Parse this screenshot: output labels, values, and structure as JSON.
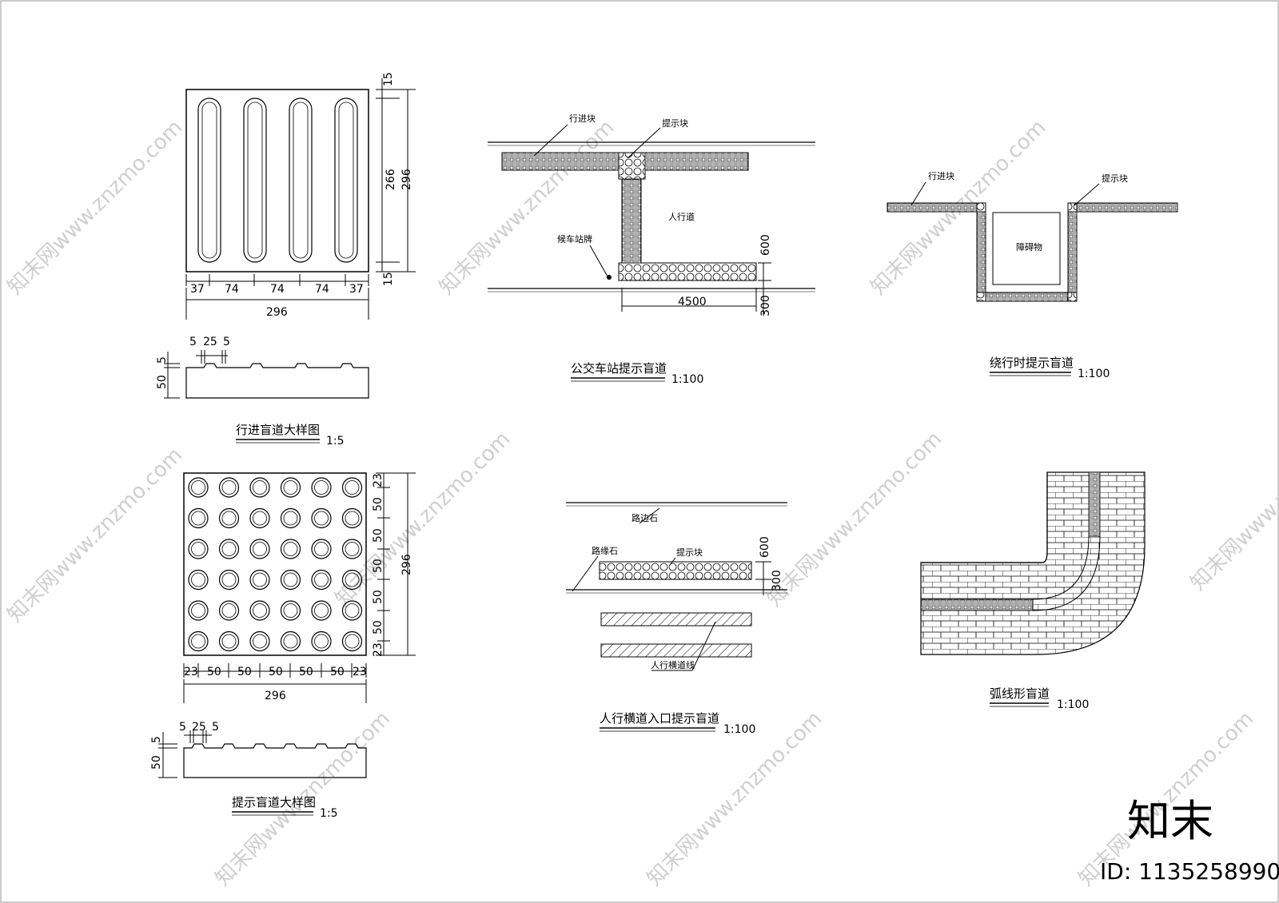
{
  "detail_progress": {
    "title": "行进盲道大样图",
    "scale": "1:5",
    "dims_bottom": [
      "37",
      "74",
      "74",
      "74",
      "37"
    ],
    "overall": "296",
    "dims_right_top": "15",
    "dims_right_mid": "266",
    "dims_right_bottom": "15",
    "dims_right_outer": "296",
    "section_top": [
      "5",
      "25",
      "5"
    ],
    "section_left_top": "5",
    "section_left": "50"
  },
  "detail_warning": {
    "title": "提示盲道大样图",
    "scale": "1:5",
    "dims_bottom": [
      "23",
      "50",
      "50",
      "50",
      "50",
      "50",
      "23"
    ],
    "overall": "296",
    "dims_right": [
      "23",
      "50",
      "50",
      "50",
      "50",
      "50",
      "23"
    ],
    "dims_right_outer": "296",
    "section_top": [
      "5",
      "25",
      "5"
    ],
    "section_left_top": "5",
    "section_left": "50"
  },
  "bus_stop": {
    "title": "公交车站提示盲道",
    "scale": "1:100",
    "label_progress": "行进块",
    "label_warning": "提示块",
    "label_sidewalk": "人行道",
    "label_sign": "候车站牌",
    "dim_length": "4500",
    "dim_600": "600",
    "dim_300": "300"
  },
  "detour": {
    "title": "绕行时提示盲道",
    "scale": "1:100",
    "label_progress": "行进块",
    "label_warning": "提示块",
    "label_obstacle": "障碍物"
  },
  "crossing": {
    "title": "人行横道入口提示盲道",
    "scale": "1:100",
    "label_curb": "路边石",
    "label_edge": "路缘石",
    "label_warning": "提示块",
    "label_crosswalk": "人行横道线",
    "dim_600": "600",
    "dim_300": "300"
  },
  "arc": {
    "title": "弧线形盲道",
    "scale": "1:100"
  },
  "watermark": {
    "text": "知末网www.znzmo.com",
    "brand": "知末",
    "id": "ID: 1135258990"
  }
}
